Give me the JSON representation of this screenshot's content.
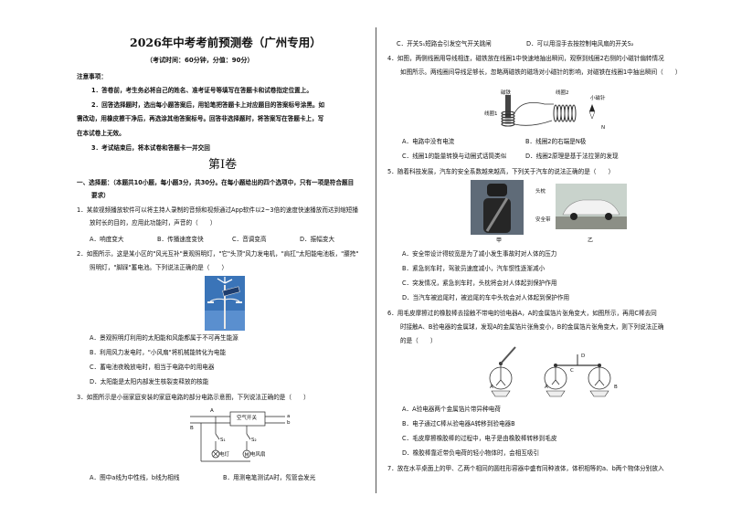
{
  "header": {
    "title": "2026年中考考前预测卷（广州专用）",
    "subtitle": "（考试时间：60分钟，分值：90分）"
  },
  "notice": {
    "heading": "注意事项：",
    "item1": "1．答卷前，考生务必将自己的姓名、准考证号等填写在答题卡和试卷指定位置上。",
    "item2a": "2．回答选择题时，选出每小题答案后，用铅笔把答题卡上对应题目的答案标号涂黑。如",
    "item2b": "需改动，用橡皮擦干净后，再选涂其他答案标号。回答非选择题时，将答案写在答题卡上，写",
    "item2c": "在本试卷上无效。",
    "item3": "3．考试结束后，将本试卷和答题卡一并交回"
  },
  "section": {
    "juan": "第Ⅰ卷",
    "heading_a": "一、选择题：（本题共10小题，每小题3分，共30分。在每小题给出的四个选项中，只有一项是符合题目",
    "heading_b": "要求）"
  },
  "q1": {
    "stem_a": "1．某款视频播放软件可以将主持人录制的音频和视频通过App软件以2~3倍的速度快速播放而达到缩短播",
    "stem_b": "放时长的目的，应用此功能时，声音的（　　）",
    "A": "A．响度变大",
    "B": "B．传播速度变快",
    "C": "C．音调变高",
    "D": "D．振幅变大"
  },
  "q2": {
    "stem_a": "2．如图所示，这是某小区的\"风光互补\"景观照明灯，\"它\"头顶\"风力发电机，\"肩扛\"太阳能电池板，\"腰挎\"",
    "stem_b": "照明灯，\"脚踩\"蓄电池。下列说法正确的是（　　）",
    "A": "A．景观照明灯利用的太阳能和风能都属于不可再生能源",
    "B": "B．利用风力发电时，\"小风扇\"将机械能转化为电能",
    "C": "C．蓄电池夜晚放电时，相当于电路中的用电器",
    "D": "D．太阳能是太阳内部发生核裂变释放的核能"
  },
  "q3": {
    "stem": "3．如图所示是小丽家庭安装的家庭电路的部分电路示意图，下列说法正确的是（　　）",
    "A": "A．图中a线为中性线，b线为相线",
    "B": "B．用测电笔测试A时，氖管会发光",
    "C": "C．开关S₁短路会引发空气开关跳闸",
    "D": "D．可以用湿手去按控制电风扇的开关S₂",
    "fig_air": "空气开关",
    "fig_lamp": "电灯",
    "fig_fan": "电风扇",
    "fig_s1": "S₁",
    "fig_s2": "S₂",
    "fig_A": "A",
    "fig_a": "a",
    "fig_b": "b",
    "fig_B": "B",
    "fig_M": "M"
  },
  "q4": {
    "stem_a": "4．如图，两侧线圈用导线相连，磁铁放在线圈1中快速地抽出瞬间，观察到线圈2右侧的小磁针偏转情况",
    "stem_b": "如图所示。两线圈间导线足够长，忽略两磁铁的磁场对小磁针的影响，对磁铁在线圈1中抽出瞬间（　　）",
    "A": "A．电路中没有电流",
    "B": "B．线圈2的右端是N极",
    "C": "C．线圈1的能量转换与动圈式话筒类似",
    "D": "D．线圈2原理是基于法拉第的发现",
    "fig_magnet": "磁铁",
    "fig_coil2": "线圈2",
    "fig_coil1": "线圈1",
    "fig_needle": "小磁针",
    "fig_N": "N"
  },
  "q5": {
    "stem": "5．随着科技发展，汽车的安全系数越来越高，下列关于汽车的说法正确的是（　　）",
    "fig_headrest": "头枕",
    "fig_belt": "安全带",
    "fig_jia": "甲",
    "fig_yi": "乙",
    "A": "A．安全带设计得较宽是为了减小发生事故时对人体的压力",
    "B": "B．紧急刹车时，驾驶员速度减小，汽车惯性逐渐减小",
    "C": "C．突发情况，紧急刹车时，头枕将会对人体起到保护作用",
    "D": "D．当汽车被追尾时，被追尾的车中头枕会对人体起到保护作用"
  },
  "q6": {
    "stem_a": "6．用毛皮摩擦过的橡胶棒去接触不带电的验电器A，A的金属箔片张角变大，如图所示，再用C棒去同",
    "stem_b": "时接触A、B验电器的金属球，发现A的金属箔片张角变小，B的金属箔片张角变大，则下列说法正确",
    "stem_c": "的是（　　）",
    "A": "A．A验电器两个金属箔片带异种电荷",
    "B": "B．电子通过C棒从验电器A转移到验电器B",
    "C": "C．毛皮摩擦橡胶棒的过程中，电子是由橡胶棒转移到毛皮",
    "D": "D．橡胶棒靠近带负电荷的轻小物体时，会相互吸引",
    "fig_A": "A",
    "fig_B": "B",
    "fig_C": "C",
    "fig_D": "D"
  },
  "q7": {
    "stem": "7．放在水平桌面上的甲、乙两个相同的圆柱形容器中盛有同种液体，体积相等的a、b两个物体分别放入"
  },
  "colors": {
    "text": "#111111",
    "coil": "#333333",
    "car_bg": "#6b7a8c"
  }
}
